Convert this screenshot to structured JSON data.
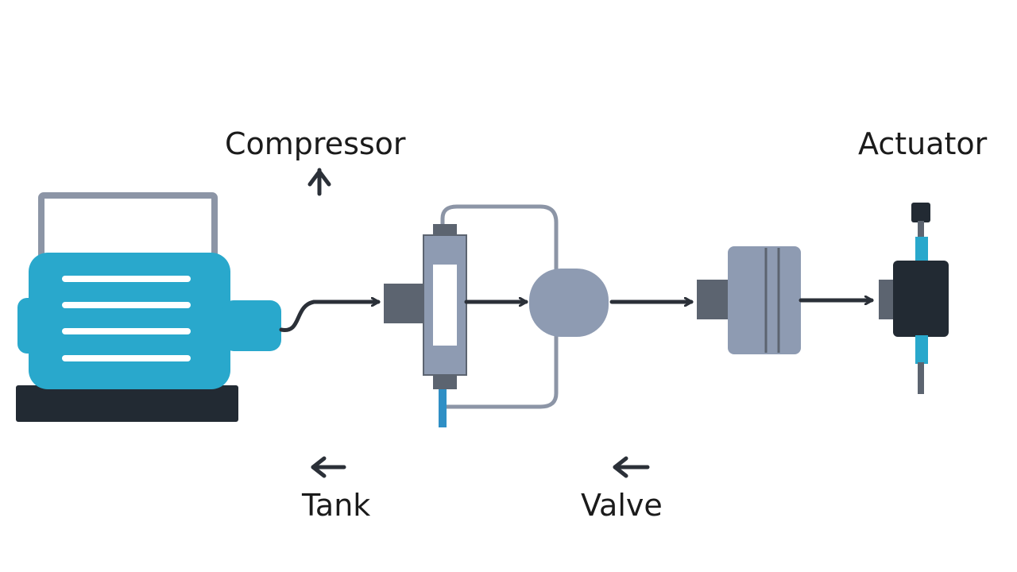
{
  "labels": {
    "compressor": "Compressor",
    "actuator": "Actuator",
    "tank": "Tank",
    "valve": "Valve"
  },
  "colors": {
    "teal": "#29a8cc",
    "dark": "#222a33",
    "gray": "#8e9bb2",
    "dark_gray": "#5c6470",
    "frame": "#8c95a6",
    "line": "#2b3038",
    "blue": "#2f8fc5"
  },
  "icons": [
    "compressor-icon",
    "filter-regulator-icon",
    "valve-icon",
    "cylinder-icon",
    "actuator-icon",
    "arrow-icon"
  ]
}
